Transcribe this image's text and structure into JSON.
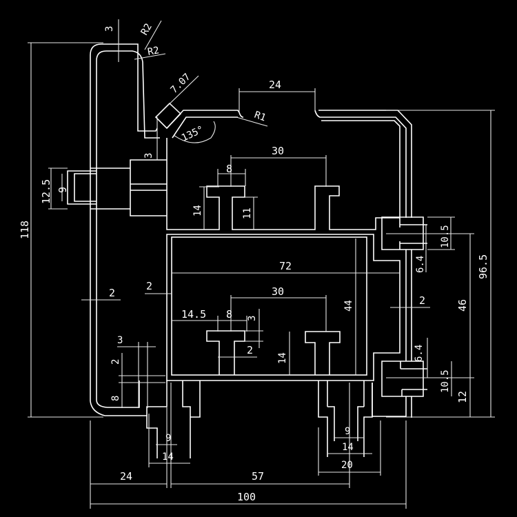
{
  "drawing": {
    "title": "Aluminium profile cross-section with dimensions",
    "stroke_color": "#ffffff",
    "background_color": "#000000",
    "dimensions": {
      "overall_height": "118",
      "overall_width": "100",
      "right_height": "96.5",
      "top_notch_width": "24",
      "left_wall_thickness": "3",
      "corner_outer_radius": "R2",
      "corner_inner_radius": "R2",
      "chamfer": "7.07",
      "chamfer_angle": "135°",
      "neck_thickness": "3",
      "notch_radius": "R1",
      "left_slot_outer": "12.5",
      "left_slot_inner": "9",
      "upper_t_spacing": "30",
      "upper_t_width": "8",
      "upper_t_height": "14",
      "upper_t_stem": "11",
      "inner_width": "72",
      "inner_height": "44",
      "left_wall": "2",
      "inner_wall": "2",
      "right_wall": "2",
      "lower_t_spacing": "30",
      "lower_t_offset": "14.5",
      "lower_t_width": "8",
      "lower_t_cap": "3",
      "lower_t_stem": "2",
      "lower_t_height": "14",
      "right_slot_upper_outer": "10.5",
      "right_slot_upper_inner": "6.4",
      "right_slot_lower_outer": "10.5",
      "right_slot_lower_inner": "6.4",
      "right_slot_spacing": "46",
      "right_bottom_offset": "12",
      "left_foot_step_w": "3",
      "left_foot_step_h": "2",
      "left_foot_height": "8",
      "left_leg_inner": "9",
      "left_leg_outer": "14",
      "left_leg_offset": "24",
      "leg_spacing": "57",
      "right_leg_inner": "9",
      "right_leg_mid": "14",
      "right_leg_outer": "20"
    }
  }
}
